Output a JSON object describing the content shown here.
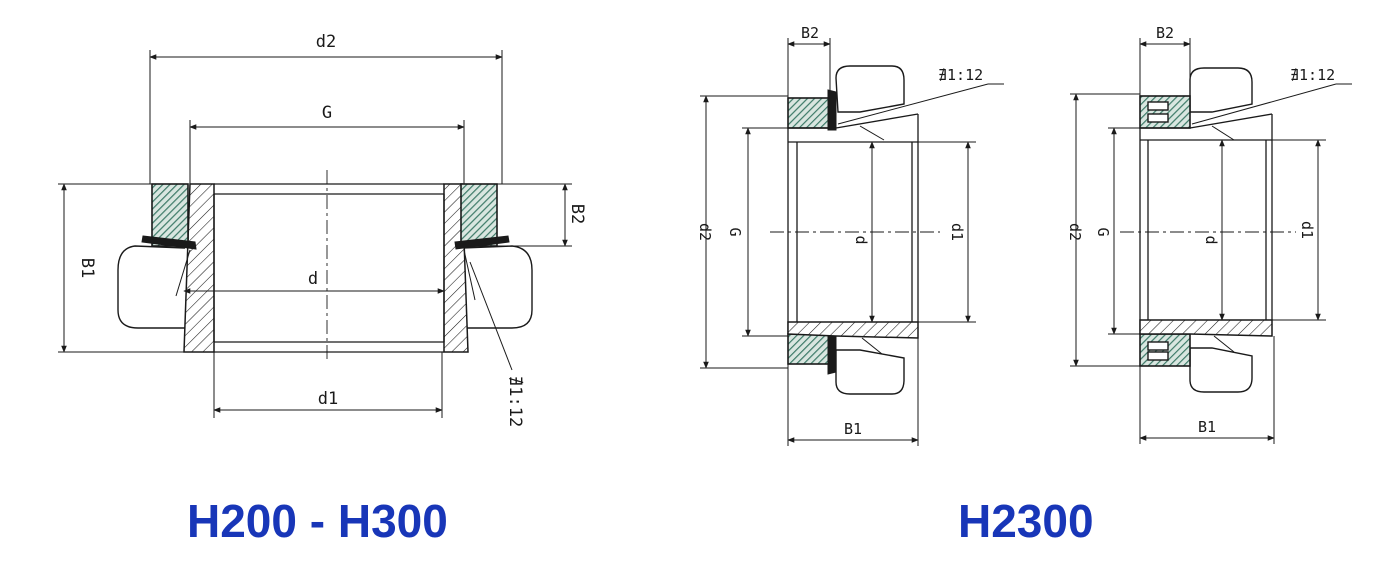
{
  "captions": {
    "left": "H200 - H300",
    "right": "H2300"
  },
  "labels": {
    "d2": "d2",
    "G": "G",
    "B2": "B2",
    "B1": "B1",
    "d": "d",
    "d1": "d1",
    "taper": "∄1:12"
  },
  "colors": {
    "caption": "#1836b8",
    "hatch_nut": "#3d7a68",
    "line": "#1a1a1a"
  }
}
